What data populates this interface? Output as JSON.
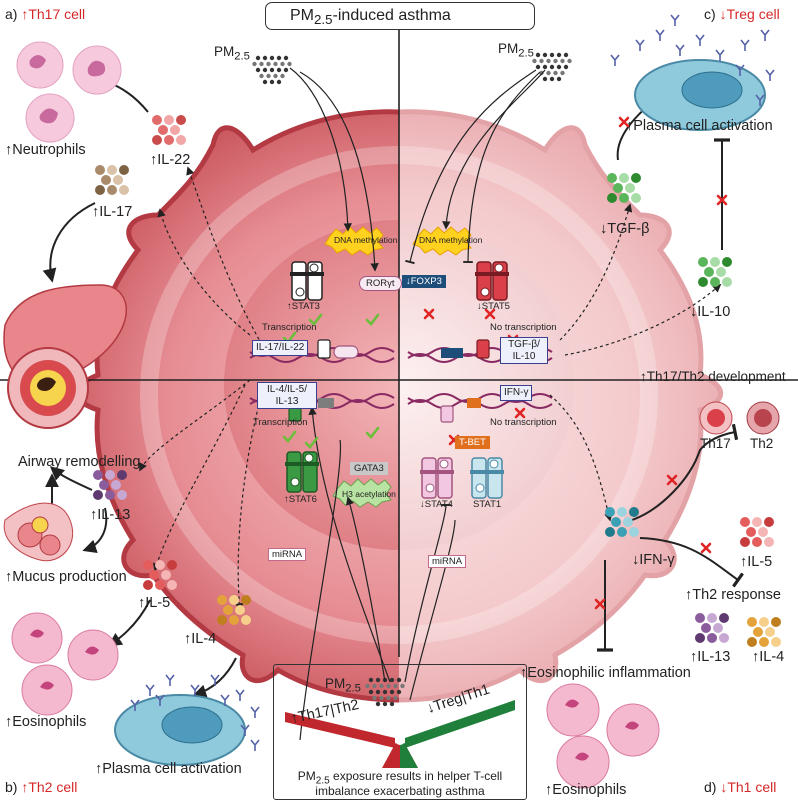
{
  "title": "PM<sub>2.5</sub>-induced asthma",
  "corners": {
    "a": {
      "letter": "a)",
      "arrow": "↑",
      "label": "Th17 cell"
    },
    "b": {
      "letter": "b)",
      "arrow": "↑",
      "label": "Th2 cell"
    },
    "c": {
      "letter": "c)",
      "arrow": "↓",
      "label": "Treg cell"
    },
    "d": {
      "letter": "d)",
      "arrow": "↓",
      "label": "Th1 cell"
    }
  },
  "labels": {
    "neutrophils": "↑Neutrophils",
    "il22": "↑IL-22",
    "il17": "↑IL-17",
    "airway_remodelling": "Airway remodelling",
    "il13_left": "↑IL-13",
    "mucus": "↑Mucus production",
    "il5_left": "↑IL-5",
    "il4_left": "↑IL-4",
    "eosinophils_left": "↑Eosinophils",
    "plasma_left": "↑Plasma cell activation",
    "plasma_right": "↑Plasma cell activation",
    "tgfb": "↓TGF-β",
    "il10": "↓IL-10",
    "th17_th2_dev": "↑Th17/Th2 development",
    "th17": "Th17",
    "th2": "Th2",
    "ifng_right": "↓IFN-γ",
    "il5_right": "↑IL-5",
    "th2_response": "↑Th2 response",
    "il13_right": "↑IL-13",
    "il4_right": "↑IL-4",
    "eos_inflam": "↑Eosinophilic inflammation",
    "eosinophils_right": "↑Eosinophils",
    "pm_left": "PM<sub>2.5</sub>",
    "pm_right": "PM<sub>2.5</sub>",
    "pm_bottom": "PM<sub>2.5</sub>"
  },
  "cell": {
    "dna_meth_left": "DNA methylation",
    "dna_meth_right": "DNA methylation",
    "stat3": "↑STAT3",
    "rorgt": "RORγt",
    "transcription_a": "Transcription",
    "il17_il22_box": "IL-17/IL-22",
    "foxp3": "↓FOXP3",
    "stat5": "↓STAT5",
    "no_transcription_c": "No transcription",
    "tgfb_il10_box": "TGF-β/ IL-10",
    "il4_il5_il13_box": "IL-4/IL-5/ IL-13",
    "transcription_b": "Transcription",
    "stat6": "↑STAT6",
    "gata3": "GATA3",
    "h3_acetylation": "H3 acetylation",
    "mirna_left": "miRNA",
    "ifng_box": "IFN-γ",
    "no_transcription_d": "No transcription",
    "tbet": "T-BET",
    "stat4": "↓STAT4",
    "stat1": "STAT1",
    "mirna_right": "miRNA"
  },
  "balance": {
    "left_label": "↑Th17|Th2",
    "right_label": "↓Treg|Th1",
    "caption_line1": "PM<sub>2.5</sub> exposure results in helper T-cell",
    "caption_line2": "imbalance exacerbating asthma"
  },
  "colors": {
    "cell_left": "#e6868c",
    "cell_left_dark": "#c0454d",
    "cell_right": "#f3c6c9",
    "dna": "#8a2a63",
    "check": "#6abf3a",
    "cross": "#e02424",
    "red_bar": "#c0282d",
    "green_bar": "#1f7f3b"
  }
}
